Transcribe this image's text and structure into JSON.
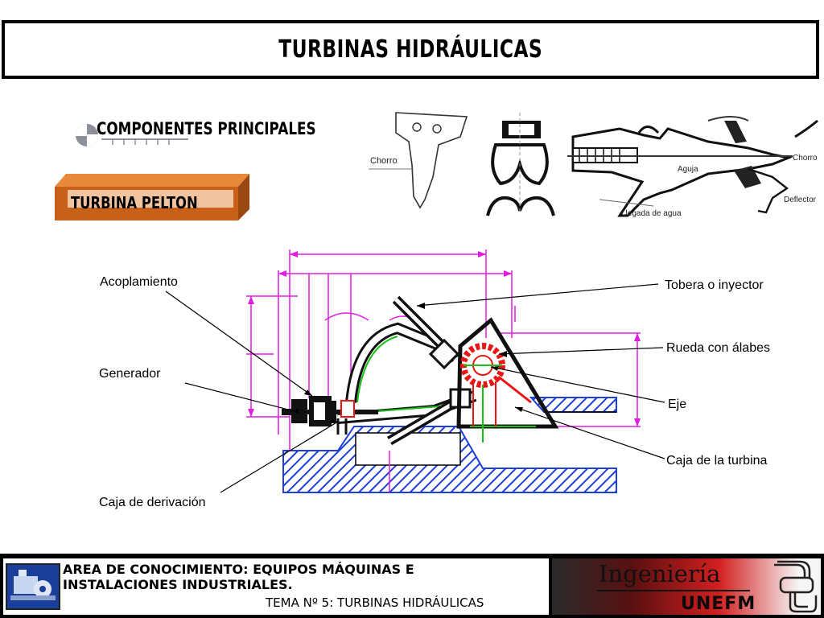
{
  "header": {
    "title": "TURBINAS HIDRÁULICAS"
  },
  "section": {
    "heading": "COMPONENTES PRINCIPALES",
    "badge": "TURBINA PELTON"
  },
  "top_figure": {
    "labels": {
      "chorro_left": "Chorro",
      "aguja": "Aguja",
      "chorro_right": "Chorro",
      "deflector": "Deflector",
      "llegada": "Llegada de agua"
    }
  },
  "diagram": {
    "labels": {
      "acoplamiento": "Acoplamiento",
      "generador": "Generador",
      "caja_derivacion": "Caja de derivación",
      "tobera": "Tobera o inyector",
      "rueda": "Rueda con álabes",
      "eje": "Eje",
      "caja_turbina": "Caja de la turbina"
    }
  },
  "footer": {
    "area_label": "AREA DE CONOCIMIENTO:",
    "area_value": "EQUIPOS MÁQUINAS E",
    "area_line2": "INSTALACIONES INDUSTRIALES.",
    "topic": "TEMA Nº 5: TURBINAS HIDRÁULICAS",
    "brand_top": "Ingeniería",
    "brand_bottom": "UNEFM"
  },
  "colors": {
    "hatch": "#1f3fd6",
    "dimension": "#e21ce0",
    "accent_red": "#e81515",
    "accent_green": "#18c018",
    "badge_orange": "#c8601a"
  }
}
